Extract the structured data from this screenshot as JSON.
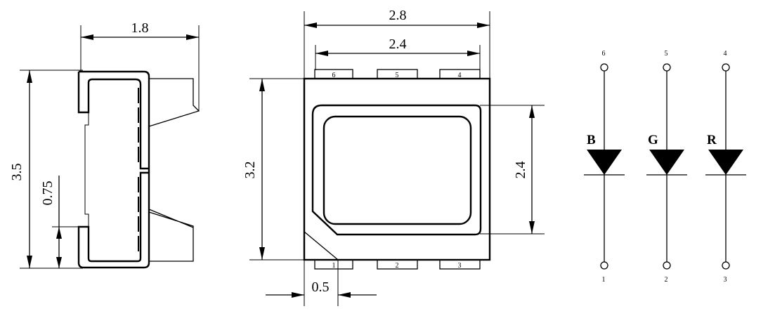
{
  "side_view": {
    "dim_width": "1.8",
    "dim_height": "3.5",
    "dim_gap": "0.75"
  },
  "top_view": {
    "dim_outer_width": "2.8",
    "dim_inner_width": "2.4",
    "dim_height": "3.2",
    "dim_lens_height": "2.4",
    "dim_corner": "0.5",
    "pins_top": [
      "6",
      "5",
      "4"
    ],
    "pins_bottom": [
      "1",
      "2",
      "3"
    ]
  },
  "schematic": {
    "leds": [
      {
        "label": "B",
        "top_pin": "6",
        "bottom_pin": "1"
      },
      {
        "label": "G",
        "top_pin": "5",
        "bottom_pin": "2"
      },
      {
        "label": "R",
        "top_pin": "4",
        "bottom_pin": "3"
      }
    ]
  }
}
